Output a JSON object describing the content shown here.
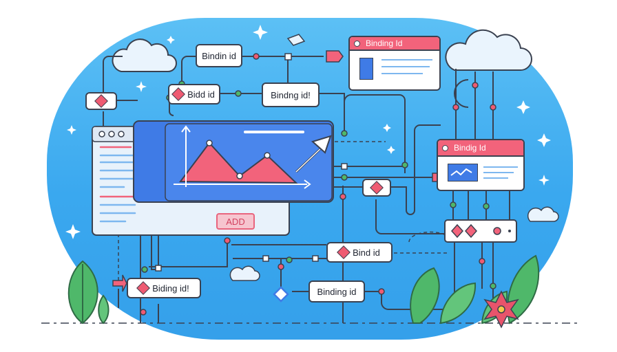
{
  "labels": {
    "top_binding": "Bindin id",
    "bidd": "Bidd id",
    "bindng": "Bindng id!",
    "panel_top": "Binding Id",
    "panel_right": "Bindig Id",
    "add": "ADD",
    "bind_id": "Bind id",
    "biding_bottom": "Biding id!",
    "binding_bottom": "Binding id"
  },
  "colors": {
    "sky": "#3aa8ef",
    "accent_pink": "#f2637b",
    "chart_blue": "#3f7be6",
    "outline": "#3a4150",
    "leaf": "#4fb86a"
  }
}
